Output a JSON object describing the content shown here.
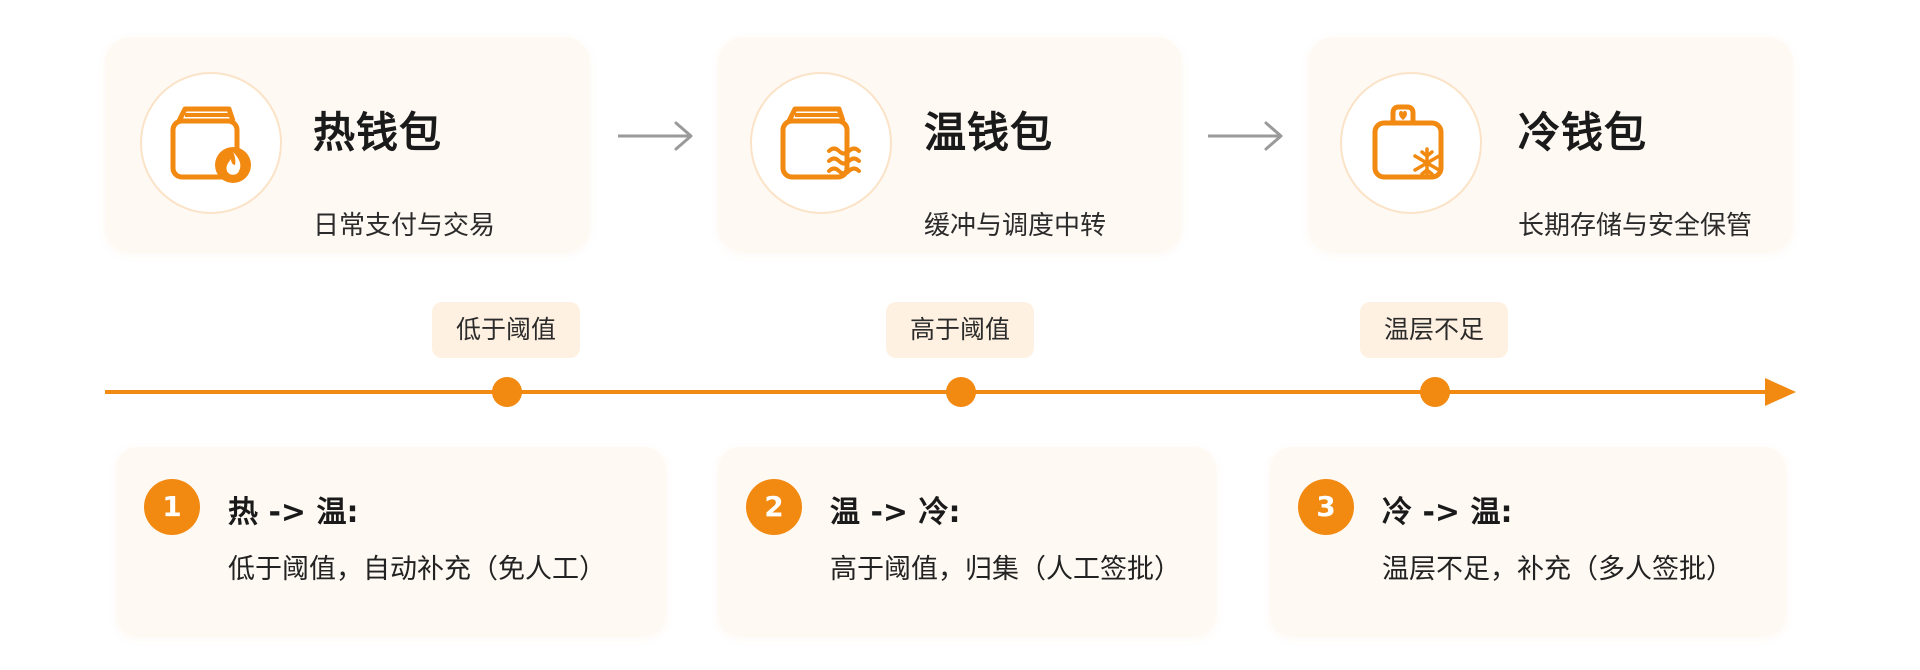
{
  "colors": {
    "accent": "#f28a12",
    "card_background": "#fff9f3",
    "pill_background": "#fff1e2",
    "arrow_gray": "#9a9a9a"
  },
  "wallets": [
    {
      "title": "热钱包",
      "description": "日常支付与交易",
      "icon": "hot-wallet-flame-icon"
    },
    {
      "title": "温钱包",
      "description": "缓冲与调度中转",
      "icon": "warm-wallet-waves-icon"
    },
    {
      "title": "冷钱包",
      "description": "长期存储与安全保管",
      "icon": "cold-wallet-snowflake-icon"
    }
  ],
  "timeline": {
    "points": [
      {
        "label": "低于阈值"
      },
      {
        "label": "高于阈值"
      },
      {
        "label": "温层不足"
      }
    ]
  },
  "rules": [
    {
      "number": "1",
      "title": "热 -> 温:",
      "description": "低于阈值，自动补充（免人工）"
    },
    {
      "number": "2",
      "title": "温 -> 冷:",
      "description": "高于阈值，归集（人工签批）"
    },
    {
      "number": "3",
      "title": "冷 -> 温:",
      "description": "温层不足，补充（多人签批）"
    }
  ]
}
